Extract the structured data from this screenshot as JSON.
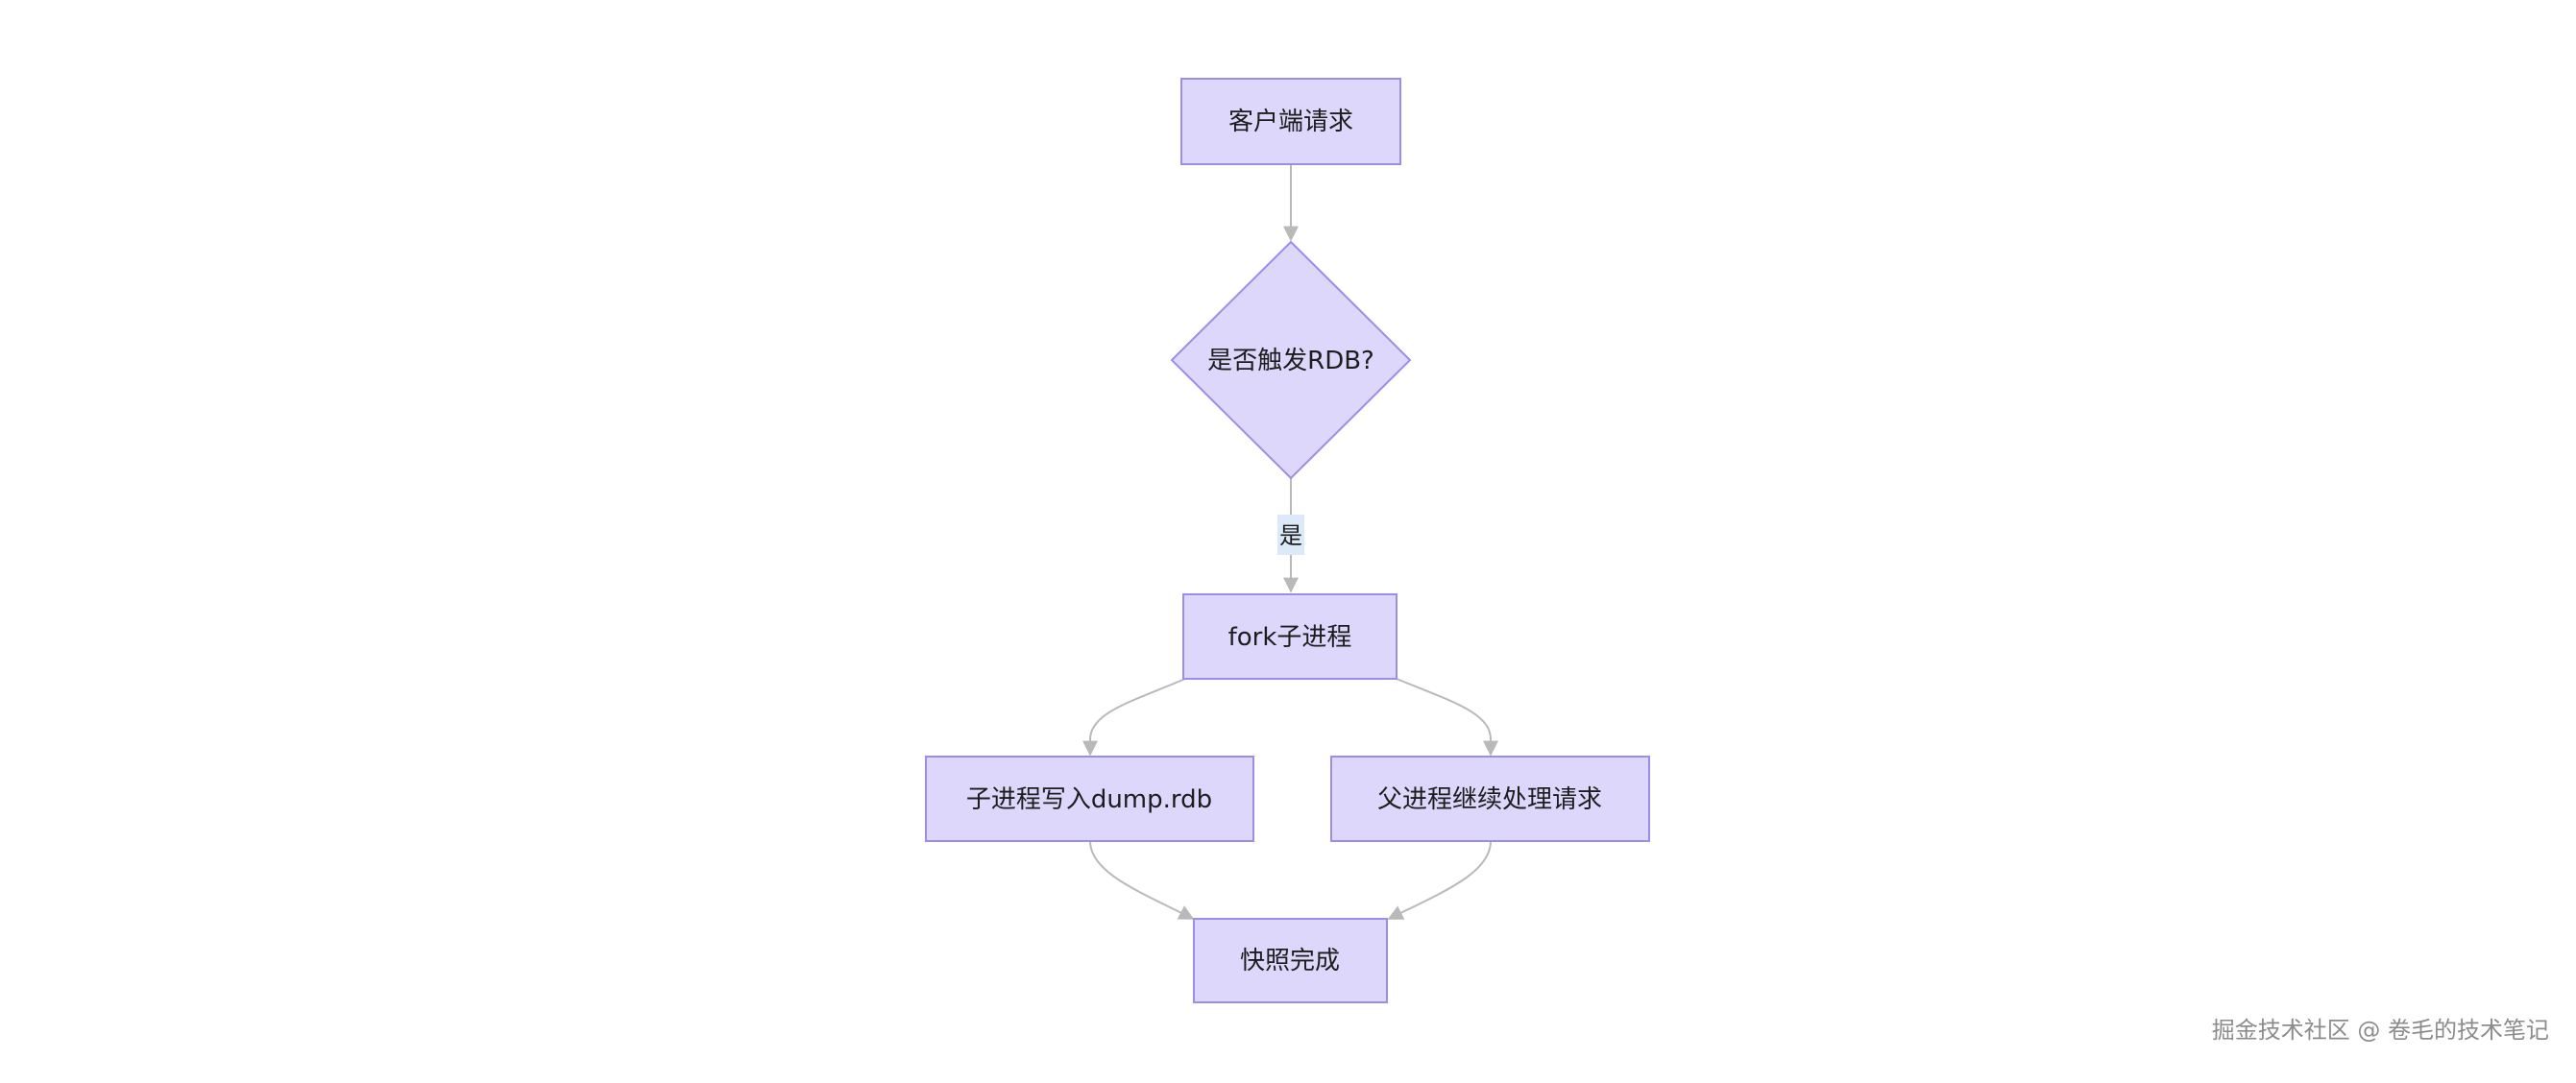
{
  "diagram": {
    "nodes": {
      "client_request": "客户端请求",
      "trigger_rdb": "是否触发RDB?",
      "fork_child": "fork子进程",
      "child_write": "子进程写入dump.rdb",
      "parent_continue": "父进程继续处理请求",
      "snapshot_done": "快照完成"
    },
    "edges": {
      "yes_label": "是"
    }
  },
  "watermark": "掘金技术社区 @ 卷毛的技术笔记",
  "colors": {
    "node_fill": "#dcd7fb",
    "node_stroke": "#9a8ee8",
    "edge": "#b9b9b9",
    "edge_label_bg": "#dce9f8"
  }
}
